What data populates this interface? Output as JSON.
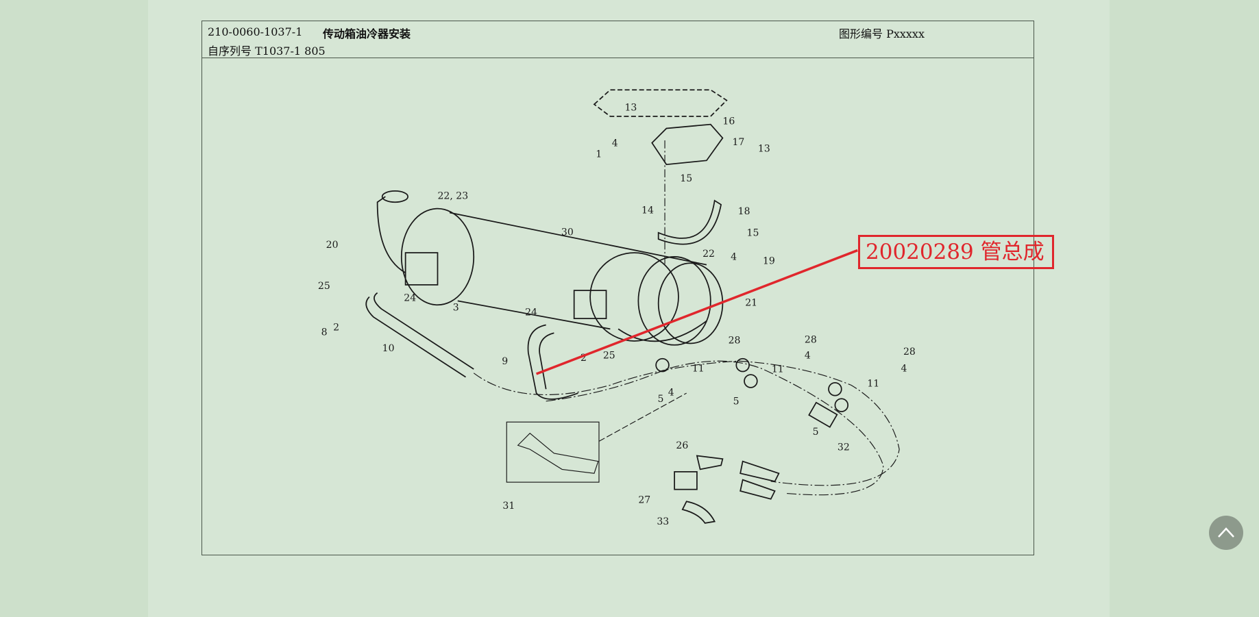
{
  "header": {
    "code": "210-0060-1037-1",
    "title": "传动箱油冷器安装",
    "figure_number": "图形编号 Pxxxxx",
    "serial": "自序列号  T1037-1 805"
  },
  "callout": {
    "label": "20020289  管总成",
    "color": "#e0262c"
  },
  "part_labels": [
    "13",
    "16",
    "4",
    "17",
    "13",
    "1",
    "15",
    "22, 23",
    "14",
    "18",
    "30",
    "15",
    "20",
    "22",
    "4",
    "19",
    "25",
    "24",
    "3",
    "21",
    "24",
    "8",
    "2",
    "10",
    "28",
    "28",
    "4",
    "2",
    "25",
    "9",
    "28",
    "4",
    "11",
    "11",
    "11",
    "4",
    "5",
    "5",
    "5",
    "32",
    "26",
    "27",
    "31",
    "33"
  ],
  "scroll_top": {
    "icon": "chevron-up-icon"
  }
}
